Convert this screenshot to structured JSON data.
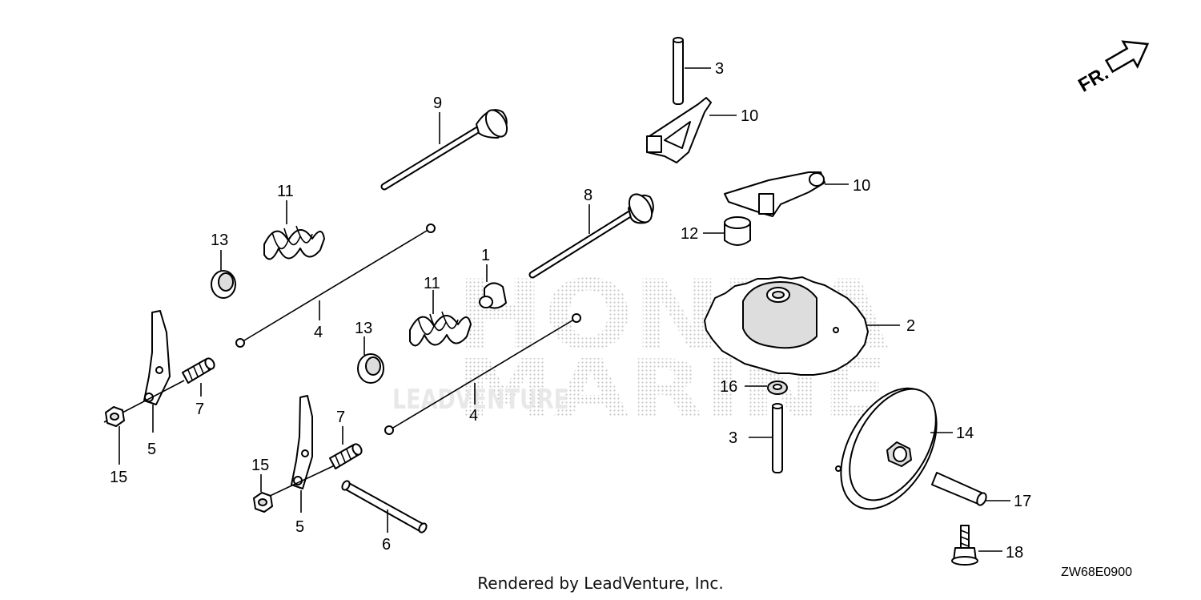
{
  "watermark": {
    "brand": "HONDA",
    "line2": "MARINE",
    "line3": "LEADVENTURE"
  },
  "callouts": [
    "1",
    "2",
    "3",
    "3",
    "4",
    "4",
    "5",
    "5",
    "6",
    "7",
    "7",
    "8",
    "9",
    "10",
    "10",
    "11",
    "11",
    "12",
    "13",
    "13",
    "14",
    "15",
    "15",
    "16",
    "17",
    "18"
  ],
  "orientation_label": "FR.",
  "credit": "Rendered by LeadVenture, Inc.",
  "diagram_code": "ZW68E0900"
}
